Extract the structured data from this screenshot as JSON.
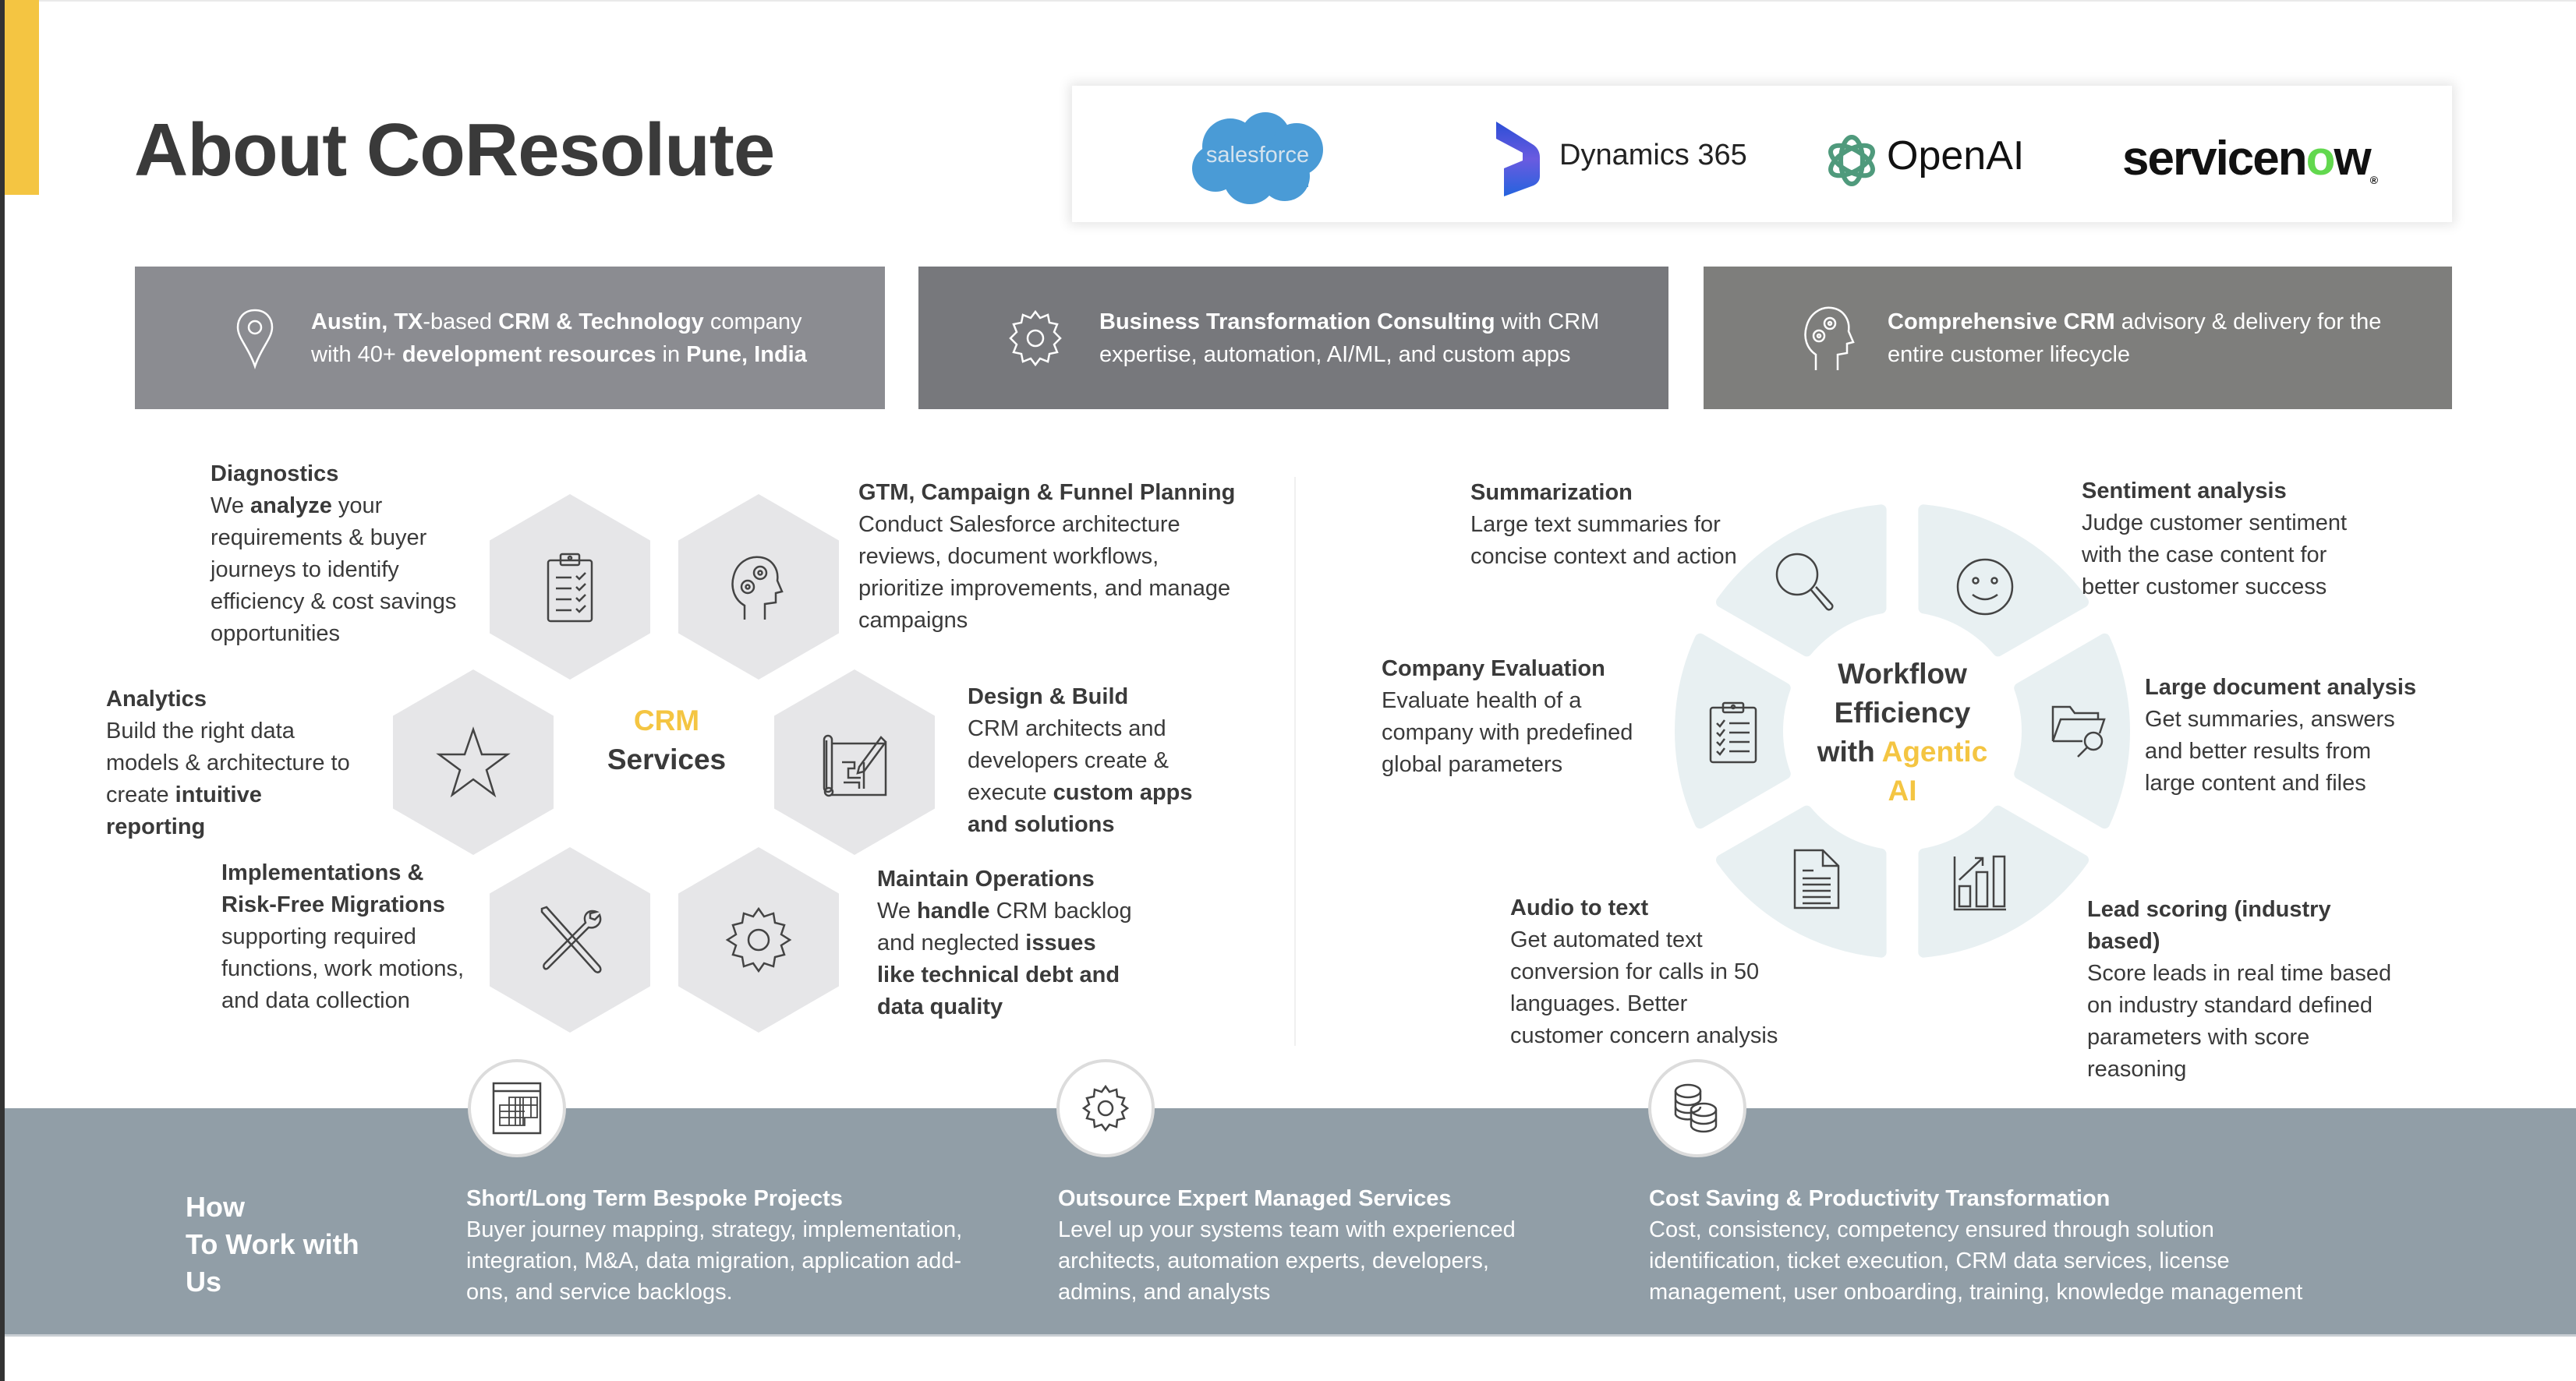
{
  "page": {
    "title": "About CoResolute",
    "accent_color": "#f4c542"
  },
  "partners": [
    {
      "name": "salesforce",
      "label": "salesforce",
      "icon": "salesforce-cloud-logo",
      "color": "#4a9bd6"
    },
    {
      "name": "dynamics",
      "label": "Dynamics 365",
      "icon": "dynamics-365-logo",
      "color": "#4f58d9"
    },
    {
      "name": "openai",
      "label": "OpenAI",
      "icon": "openai-knot-logo",
      "color": "#4f9a7c"
    },
    {
      "name": "servicenow",
      "label_pre": "servicen",
      "label_o": "o",
      "label_post": "w",
      "reg": "®",
      "icon": "servicenow-logo",
      "color": "#62d84e"
    }
  ],
  "info_bars": [
    {
      "icon": "map-pin-icon",
      "parts": [
        {
          "t": "Austin, TX",
          "b": true
        },
        {
          "t": "-based ",
          "b": false
        },
        {
          "t": "CRM & Technology",
          "b": true
        },
        {
          "t": " company",
          "b": false
        },
        {
          "br": true
        },
        {
          "t": "with 40+ ",
          "b": false
        },
        {
          "t": "development resources",
          "b": true
        },
        {
          "t": " in ",
          "b": false
        },
        {
          "t": "Pune, India",
          "b": true
        }
      ]
    },
    {
      "icon": "gear-icon",
      "parts": [
        {
          "t": "Business Transformation Consulting",
          "b": true
        },
        {
          "t": " with CRM",
          "b": false
        },
        {
          "br": true
        },
        {
          "t": "expertise, automation, AI/ML, and custom apps",
          "b": false
        }
      ]
    },
    {
      "icon": "head-gears-icon",
      "parts": [
        {
          "t": "Comprehensive CRM",
          "b": true
        },
        {
          "t": " advisory & delivery for the",
          "b": false
        },
        {
          "br": true
        },
        {
          "t": "entire customer lifecycle",
          "b": false
        }
      ]
    }
  ],
  "crm_services": {
    "center_line1": "CRM",
    "center_line2": "Services",
    "items": [
      {
        "key": "diagnostics",
        "title": "Diagnostics",
        "icon": "clipboard-checklist-icon",
        "parts": [
          {
            "t": "We ",
            "b": false
          },
          {
            "t": "analyze",
            "b": true
          },
          {
            "t": " your",
            "b": false
          },
          {
            "br": true
          },
          {
            "t": "requirements & buyer",
            "b": false
          },
          {
            "br": true
          },
          {
            "t": "journeys to identify",
            "b": false
          },
          {
            "br": true
          },
          {
            "t": "efficiency & cost savings",
            "b": false
          },
          {
            "br": true
          },
          {
            "t": "opportunities",
            "b": false
          }
        ]
      },
      {
        "key": "gtm",
        "title": "GTM, Campaign & Funnel Planning",
        "icon": "head-gears-icon",
        "parts": [
          {
            "t": "Conduct Salesforce architecture",
            "b": false
          },
          {
            "br": true
          },
          {
            "t": "reviews, document workflows,",
            "b": false
          },
          {
            "br": true
          },
          {
            "t": "prioritize improvements, and manage",
            "b": false
          },
          {
            "br": true
          },
          {
            "t": "campaigns",
            "b": false
          }
        ]
      },
      {
        "key": "analytics",
        "title": "Analytics",
        "icon": "star-icon",
        "parts": [
          {
            "t": "Build the right data",
            "b": false
          },
          {
            "br": true
          },
          {
            "t": "models & architecture to",
            "b": false
          },
          {
            "br": true
          },
          {
            "t": "create ",
            "b": false
          },
          {
            "t": "intuitive",
            "b": true
          },
          {
            "br": true
          },
          {
            "t": "reporting",
            "b": true
          }
        ]
      },
      {
        "key": "design",
        "title": "Design & Build",
        "icon": "blueprint-pencil-icon",
        "parts": [
          {
            "t": "CRM architects and",
            "b": false
          },
          {
            "br": true
          },
          {
            "t": "developers create &",
            "b": false
          },
          {
            "br": true
          },
          {
            "t": "execute ",
            "b": false
          },
          {
            "t": "custom apps",
            "b": true
          },
          {
            "br": true
          },
          {
            "t": "and solutions",
            "b": true
          }
        ]
      },
      {
        "key": "implementations",
        "title_line1": "Implementations &",
        "title_line2": "Risk-Free Migrations",
        "icon": "tools-wrench-screwdriver-icon",
        "parts": [
          {
            "t": "supporting required",
            "b": false
          },
          {
            "br": true
          },
          {
            "t": "functions, work motions,",
            "b": false
          },
          {
            "br": true
          },
          {
            "t": "and data collection",
            "b": false
          }
        ]
      },
      {
        "key": "maintain",
        "title": "Maintain Operations",
        "icon": "gear-icon",
        "parts": [
          {
            "t": "We ",
            "b": false
          },
          {
            "t": "handle",
            "b": true
          },
          {
            "t": " CRM backlog",
            "b": false
          },
          {
            "br": true
          },
          {
            "t": "and neglected ",
            "b": false
          },
          {
            "t": "issues",
            "b": true
          },
          {
            "br": true
          },
          {
            "t": "like technical debt and",
            "b": true
          },
          {
            "br": true
          },
          {
            "t": "data quality",
            "b": true
          }
        ]
      }
    ]
  },
  "workflow": {
    "center_line1": "Workflow",
    "center_line2": "Efficiency",
    "center_with": "with ",
    "center_agentic": "Agentic",
    "center_ai": "AI",
    "segment_color": "#e8f0f2",
    "items": [
      {
        "key": "summarization",
        "title": "Summarization",
        "icon": "magnifier-icon",
        "lines": [
          "Large text summaries for",
          "concise context and action"
        ]
      },
      {
        "key": "sentiment",
        "title": "Sentiment analysis",
        "icon": "smiley-face-icon",
        "lines": [
          "Judge customer sentiment",
          "with the case content for",
          "better customer success"
        ]
      },
      {
        "key": "large_doc",
        "title": "Large document analysis",
        "icon": "folder-search-icon",
        "lines": [
          "Get summaries, answers",
          "and better results from",
          "large content and files"
        ]
      },
      {
        "key": "lead_scoring",
        "title_line1": "Lead scoring (industry",
        "title_line2": "based)",
        "icon": "bar-chart-growth-icon",
        "lines": [
          "Score leads in real time based",
          "on industry standard defined",
          "parameters with score",
          "reasoning"
        ]
      },
      {
        "key": "audio",
        "title": "Audio to text",
        "icon": "document-text-icon",
        "lines": [
          "Get automated text",
          "conversion for calls in 50",
          "languages. Better",
          "customer concern analysis"
        ]
      },
      {
        "key": "company_eval",
        "title": "Company Evaluation",
        "icon": "clipboard-checklist-icon",
        "lines": [
          "Evaluate health of a",
          "company with predefined",
          "global parameters"
        ]
      }
    ]
  },
  "how_to_work": {
    "title_lines": [
      "How",
      "To Work with",
      "Us"
    ],
    "band_color": "#919ea7",
    "methods": [
      {
        "title": "Short/Long Term Bespoke Projects",
        "icon": "calendar-grid-icon",
        "lines": [
          "Buyer journey mapping, strategy, implementation,",
          "integration, M&A, data migration, application add-",
          "ons, and service backlogs."
        ]
      },
      {
        "title": "Outsource Expert Managed Services",
        "icon": "gear-icon",
        "lines": [
          "Level up your systems team with experienced",
          "architects, automation experts, developers,",
          "admins, and analysts"
        ]
      },
      {
        "title": "Cost Saving & Productivity Transformation",
        "icon": "coin-stacks-icon",
        "lines": [
          "Cost, consistency, competency ensured through solution",
          "identification, ticket execution, CRM data services, license",
          "management, user onboarding, training, knowledge management"
        ]
      }
    ]
  }
}
